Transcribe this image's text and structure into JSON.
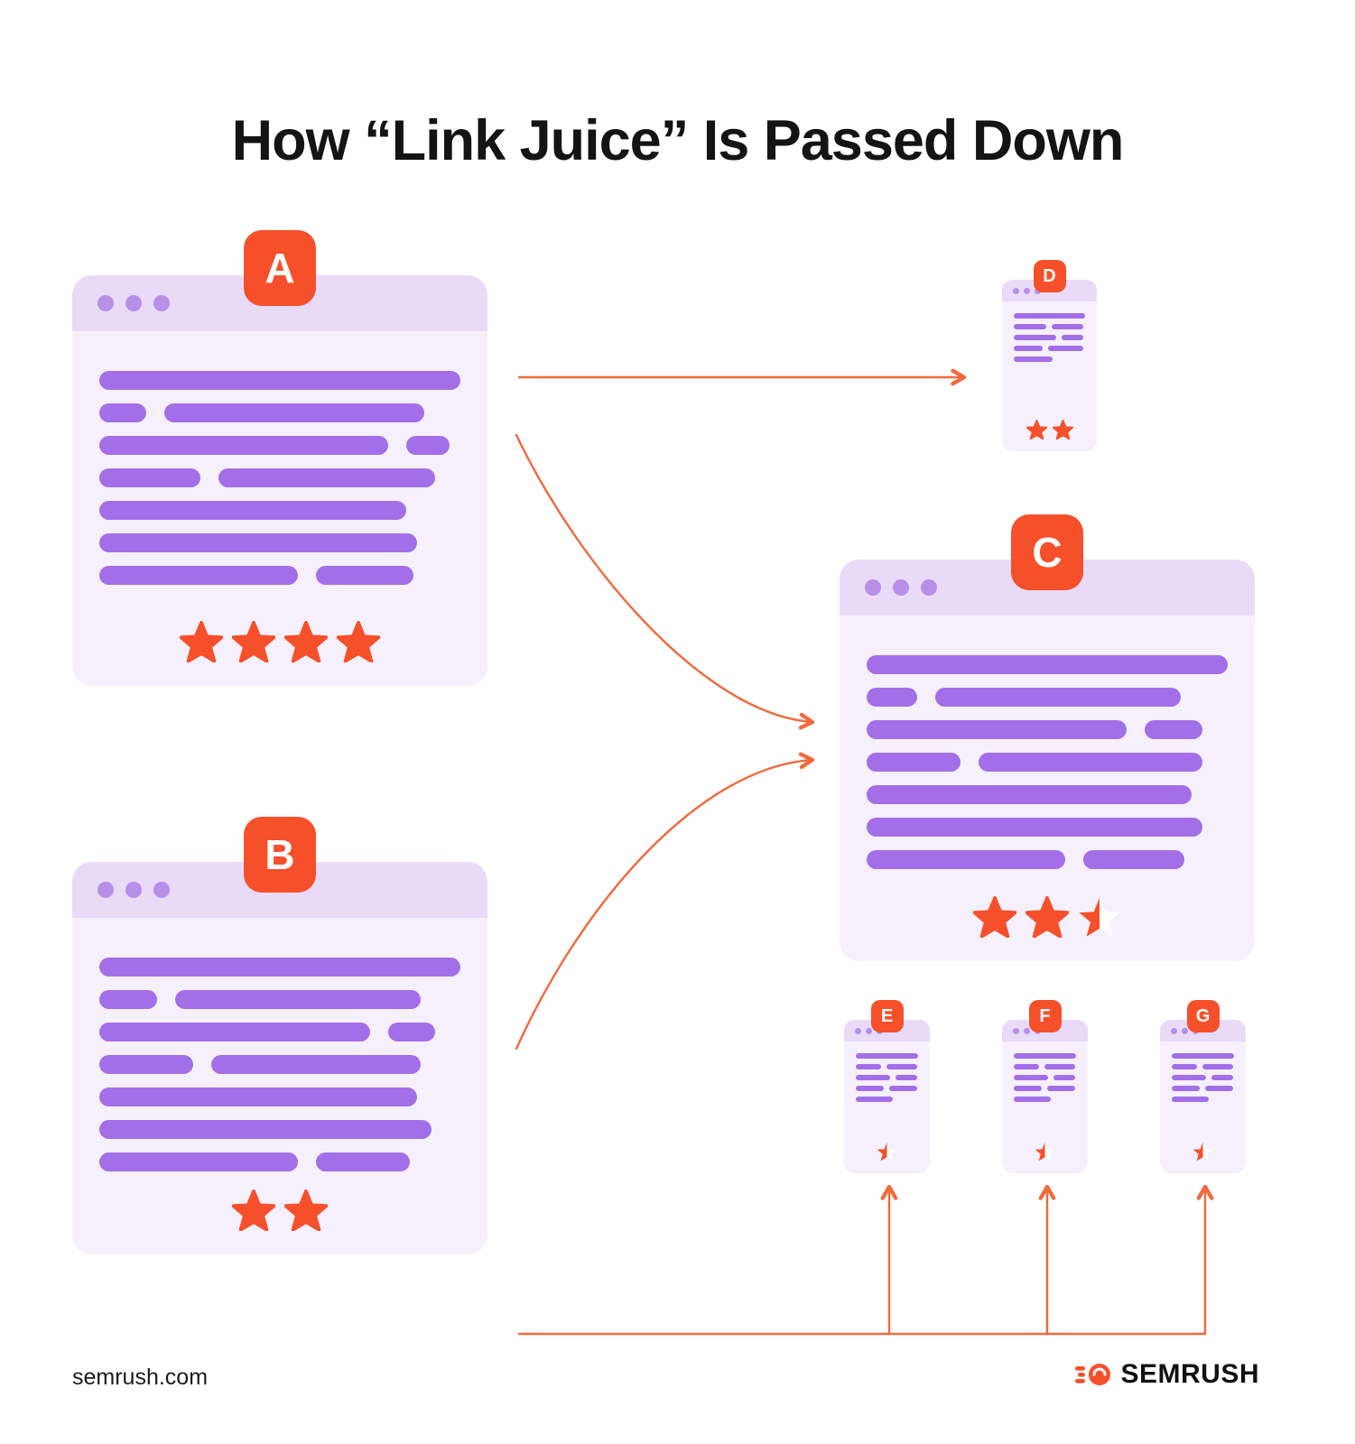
{
  "title": "How “Link Juice” Is Passed Down",
  "footer": {
    "site": "semrush.com",
    "brand": "SEMRUSH"
  },
  "colors": {
    "orange": "#F6502B",
    "arrow": "#F2693C",
    "bar": "#A36FE8",
    "header": "#E9DBF8",
    "body": "#F6F0FD",
    "dot": "#B78EE8",
    "ink": "#141414"
  },
  "cards": {
    "A": {
      "label": "A",
      "stars_full": 4,
      "stars_half": 0,
      "lines": [
        [
          100
        ],
        [
          13,
          72
        ],
        [
          80,
          12
        ],
        [
          28,
          60
        ],
        [
          85
        ],
        [
          88
        ],
        [
          55,
          27
        ]
      ]
    },
    "B": {
      "label": "B",
      "stars_full": 2,
      "stars_half": 0,
      "lines": [
        [
          100
        ],
        [
          16,
          68
        ],
        [
          75,
          13
        ],
        [
          26,
          58
        ],
        [
          88
        ],
        [
          92
        ],
        [
          55,
          26
        ]
      ]
    },
    "C": {
      "label": "C",
      "stars_full": 2,
      "stars_half": 1,
      "lines": [
        [
          100
        ],
        [
          14,
          68
        ],
        [
          72,
          16
        ],
        [
          26,
          62
        ],
        [
          90
        ],
        [
          93
        ],
        [
          55,
          28
        ]
      ]
    },
    "D": {
      "label": "D",
      "stars_full": 2,
      "stars_half": 0,
      "lines": [
        [
          100
        ],
        [
          45,
          45
        ],
        [
          60,
          30
        ],
        [
          40,
          50
        ],
        [
          55
        ]
      ]
    },
    "E": {
      "label": "E",
      "stars_full": 0,
      "stars_half": 1,
      "lines": [
        [
          100
        ],
        [
          40,
          50
        ],
        [
          55,
          35
        ],
        [
          45,
          45
        ],
        [
          60
        ]
      ]
    },
    "F": {
      "label": "F",
      "stars_full": 0,
      "stars_half": 1,
      "lines": [
        [
          100
        ],
        [
          40,
          50
        ],
        [
          55,
          35
        ],
        [
          45,
          45
        ],
        [
          60
        ]
      ]
    },
    "G": {
      "label": "G",
      "stars_full": 0,
      "stars_half": 1,
      "lines": [
        [
          100
        ],
        [
          40,
          50
        ],
        [
          55,
          35
        ],
        [
          45,
          45
        ],
        [
          60
        ]
      ]
    }
  }
}
